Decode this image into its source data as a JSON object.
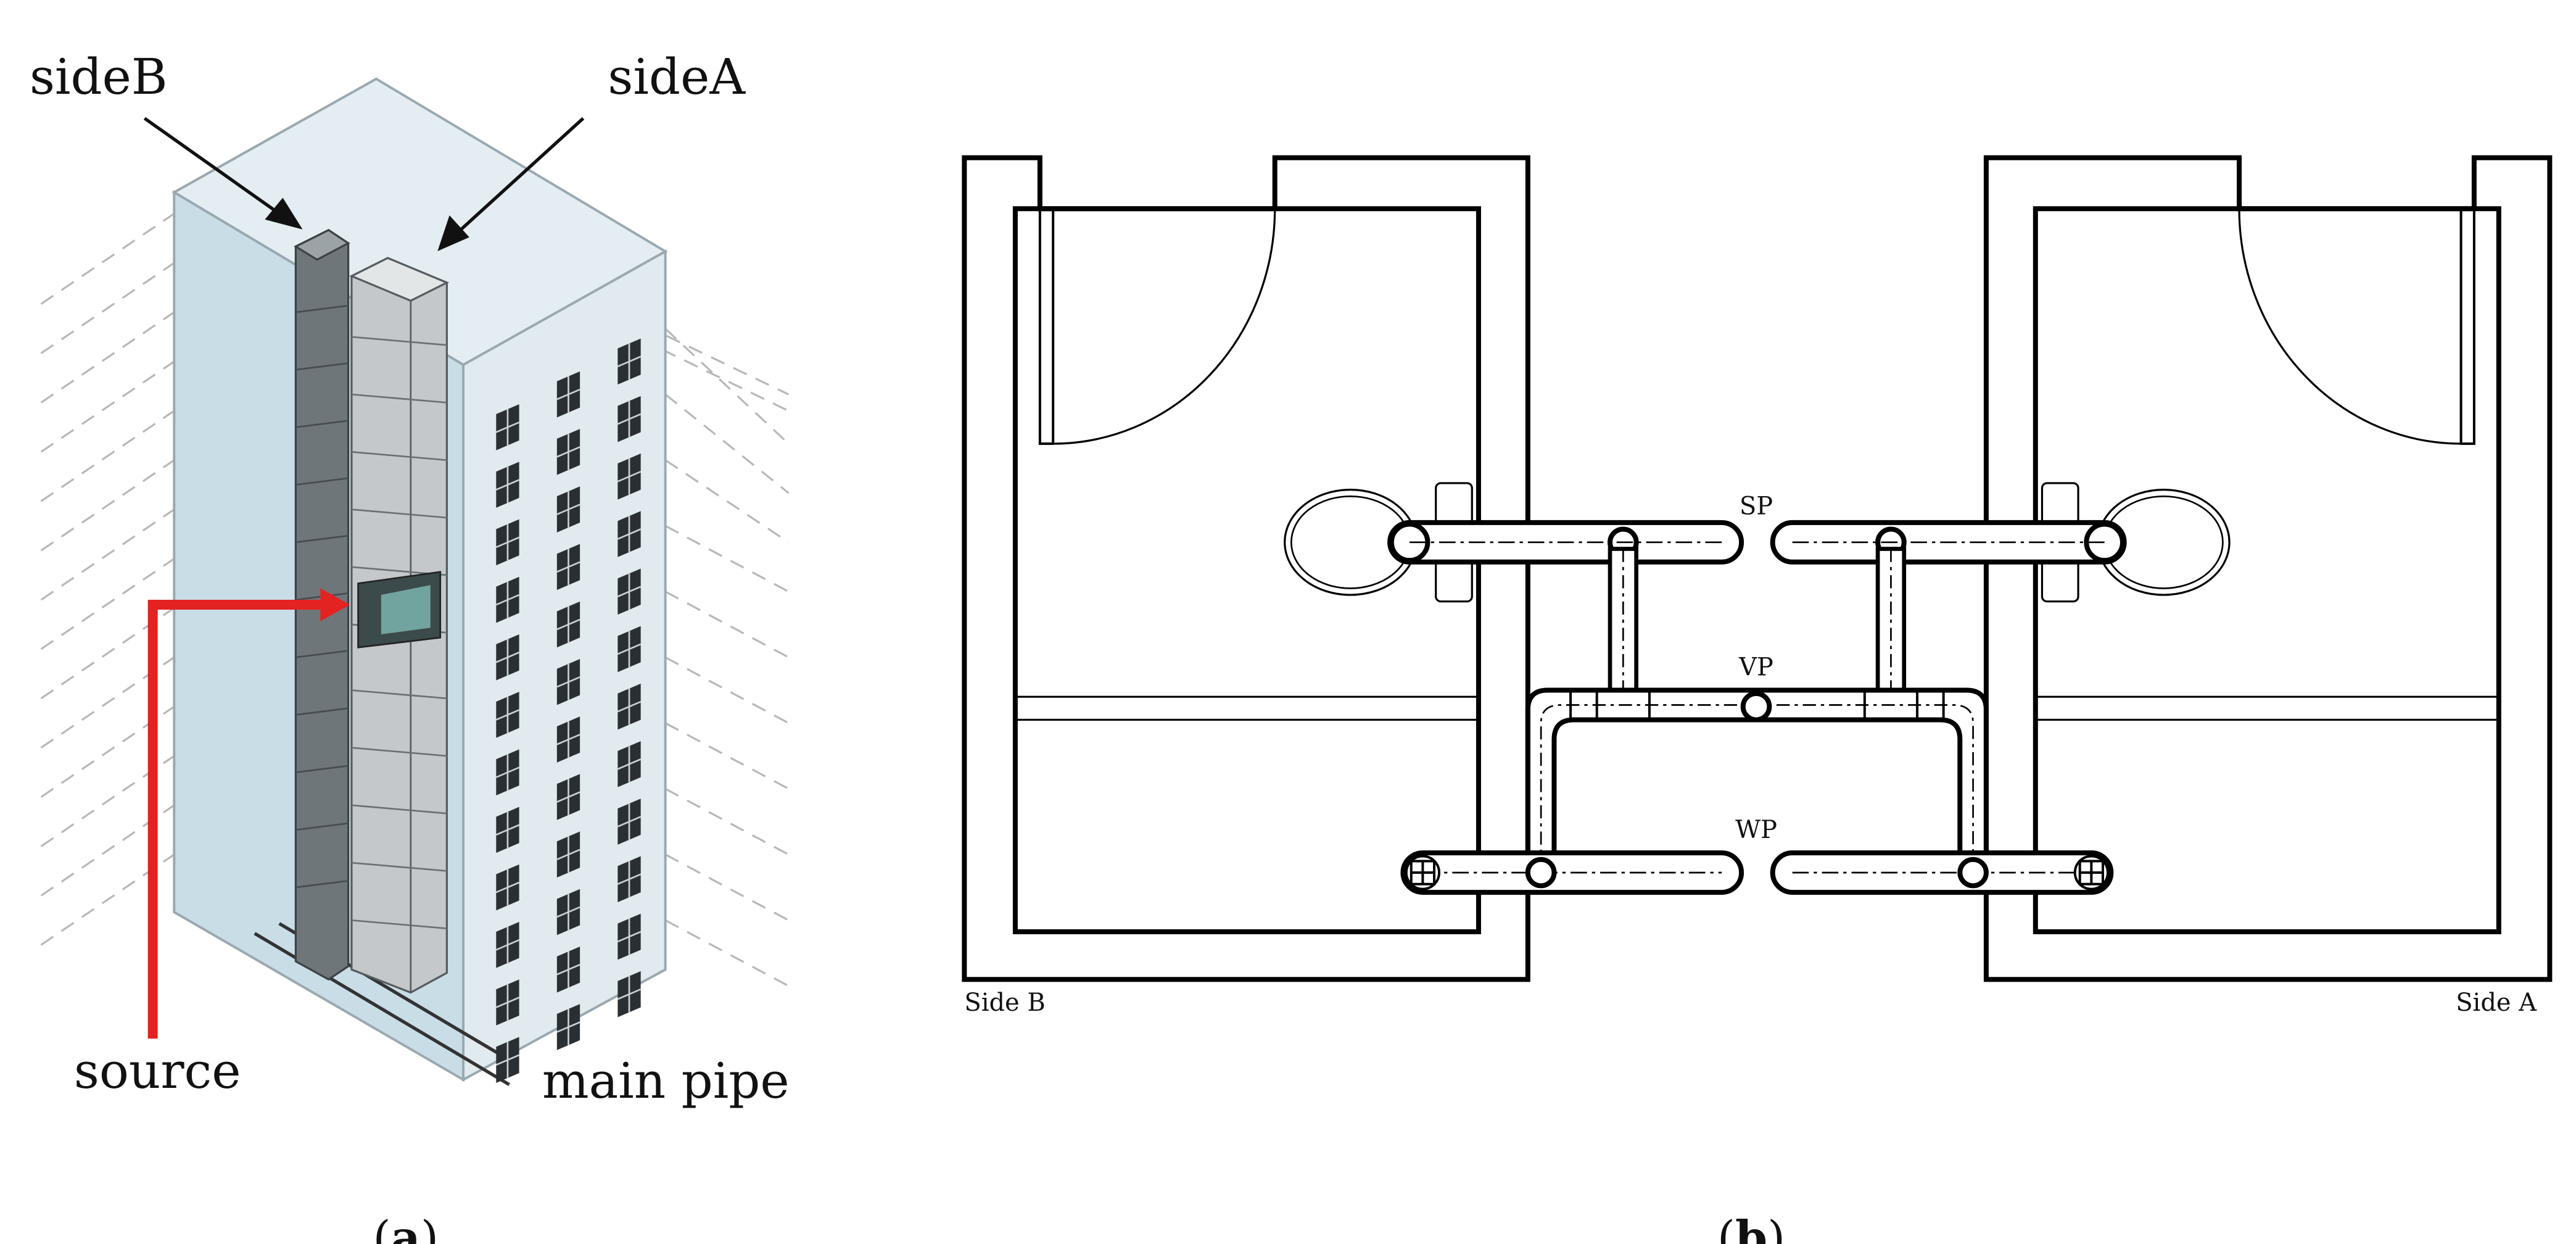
{
  "panel_a": {
    "labels": {
      "side_b": "sideB",
      "side_a": "sideA",
      "source": "source",
      "main_pipe": "main pipe"
    },
    "caption_open": "(",
    "caption_letter": "a",
    "caption_close": ")",
    "colors": {
      "glass": "#d3e3ea",
      "glass_edge": "#9aa9b0",
      "source_arrow": "#e32222",
      "window": "#2a2f33"
    }
  },
  "panel_b": {
    "labels": {
      "side_b": "Side B",
      "side_a": "Side A",
      "sp": "SP",
      "vp": "VP",
      "wp": "WP"
    },
    "caption_open": "(",
    "caption_letter": "b",
    "caption_close": ")"
  }
}
